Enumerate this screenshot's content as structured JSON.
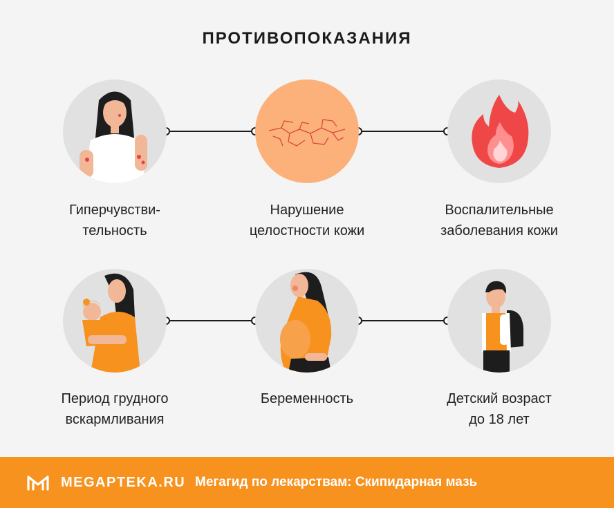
{
  "header": {
    "title": "ПРОТИВОПОКАЗАНИЯ"
  },
  "items": [
    {
      "line1": "Гиперчувстви-",
      "line2": "тельность"
    },
    {
      "line1": "Нарушение",
      "line2": "целостности кожи"
    },
    {
      "line1": "Воспалительные",
      "line2": "заболевания кожи"
    },
    {
      "line1": "Период грудного",
      "line2": "вскармливания"
    },
    {
      "line1": "Беременность",
      "line2": ""
    },
    {
      "line1": "Детский возраст",
      "line2": "до 18 лет"
    }
  ],
  "footer": {
    "brand": "MEGAPTEKA.RU",
    "tagline": "Мегагид по лекарствам: Скипидарная мазь"
  },
  "colors": {
    "accent": "#f7921e",
    "circle": "#e1e1e1",
    "fire": "#ef4747"
  }
}
